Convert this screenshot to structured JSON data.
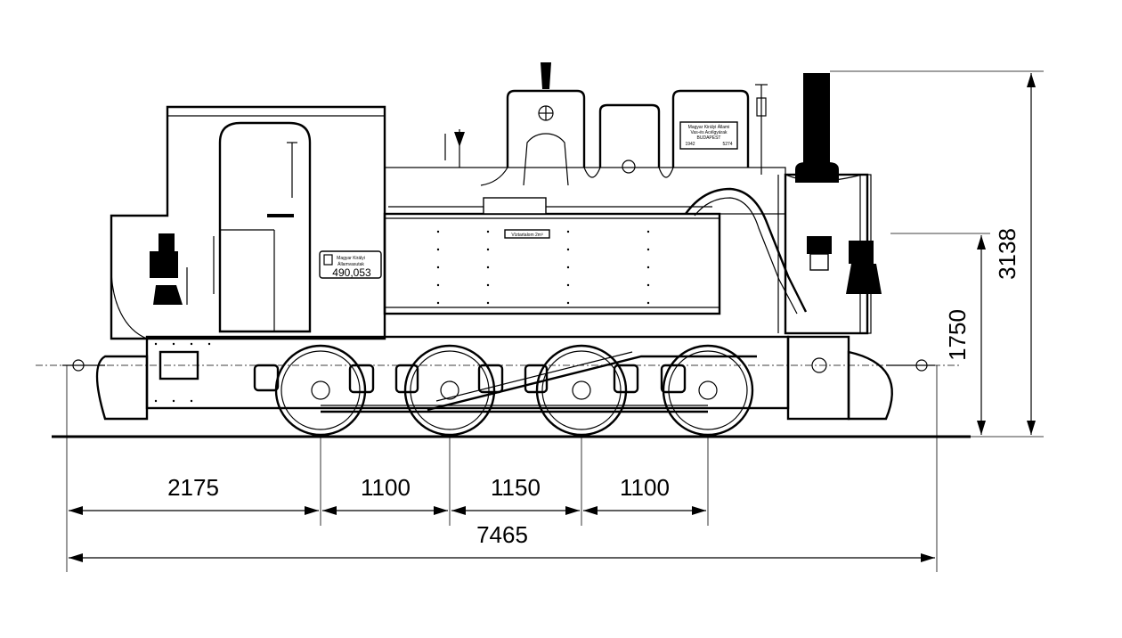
{
  "plate": {
    "line1": "Magyar Királyi",
    "line2": "Államvasutak",
    "number": "490,053"
  },
  "builder_plate": {
    "line1": "Magyar Királyi Állami",
    "line2": "Vas-és Acélgyárak",
    "line3": "BUDAPEST",
    "year": "1942",
    "serial": "5274"
  },
  "tank_label": {
    "text": "Víztartalom 2m³"
  },
  "dimensions": {
    "horizontal": {
      "segments": [
        "2175",
        "1100",
        "1150",
        "1100"
      ],
      "overall": "7465"
    },
    "vertical": {
      "total_height": "3138",
      "axis_height": "1750"
    }
  }
}
